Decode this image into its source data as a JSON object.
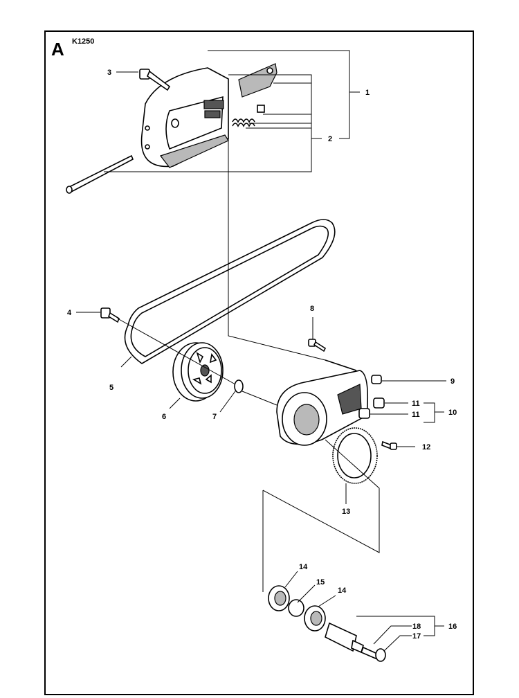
{
  "header": {
    "section_letter": "A",
    "model": "K1250"
  },
  "callouts": [
    "1",
    "2",
    "3",
    "4",
    "5",
    "6",
    "7",
    "8",
    "9",
    "10",
    "11",
    "11",
    "12",
    "13",
    "14",
    "15",
    "14",
    "16",
    "18",
    "17"
  ],
  "colors": {
    "line": "#000000",
    "shade": "#b9b9b9",
    "background": "#ffffff"
  }
}
